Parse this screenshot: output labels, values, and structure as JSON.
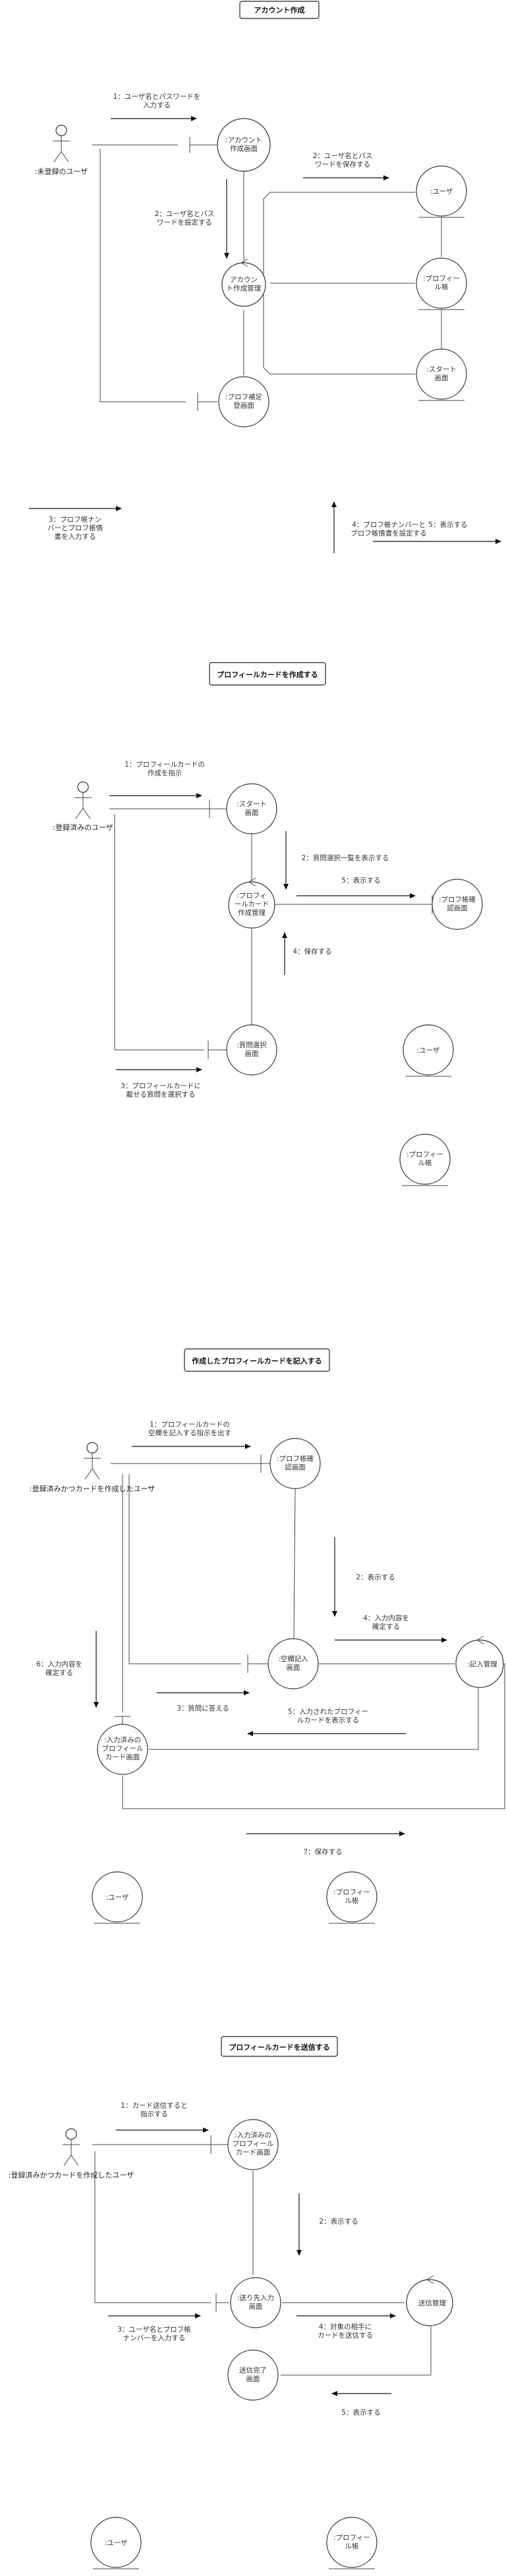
{
  "sections": {
    "s1": {
      "title": "アカウント作成",
      "actor": ":未登録のユーザ",
      "objects": {
        "account_ui": [
          ":アカウント",
          "作成画面"
        ],
        "account_ctrl": [
          "アカウン",
          "ト作成管理"
        ],
        "profile_ui": [
          ":プロフ補足",
          "登画面"
        ],
        "user": [
          ":ユーザ"
        ],
        "profile": [
          ":プロフィー",
          "ル帳"
        ],
        "start": [
          ":スタート",
          "画面"
        ]
      },
      "messages": {
        "m1": [
          "1：ユーザ名とパスワードを",
          "入力する"
        ],
        "m2": [
          "2：ユーザ名とパス",
          "ワードを設定する"
        ],
        "m2b": [
          "2：ユーザ名とパス",
          "ワードを保存する"
        ],
        "m3": [
          "3：プロフ帳ナン",
          "バーとプロフ帳情",
          "書を入力する"
        ],
        "m4": [
          "4：プロフ帳ナンバーと",
          "プロフ帳情書を設定する"
        ],
        "m5": [
          "5：表示する"
        ]
      }
    },
    "s2": {
      "title": "プロフィールカードを作成する",
      "actor": ":登録済みのユーザ",
      "objects": {
        "start_ui": [
          ":スタート",
          "画面"
        ],
        "card_ctrl": [
          ":プロフィ",
          "ールカード",
          "作成管理"
        ],
        "book_ui": [
          ":プロフ帳確",
          "認画面"
        ],
        "q_ui": [
          ":質問選択",
          "画面"
        ],
        "user": [
          ":ユーザ"
        ],
        "profile": [
          ":プロフィー",
          "ル帳"
        ]
      },
      "messages": {
        "m1": [
          "1：プロフィールカードの",
          "作成を指示"
        ],
        "m2": [
          "2：質問選択一覧を表示する"
        ],
        "m3": [
          "3：プロフィールカードに",
          "載せる質問を選択する"
        ],
        "m4": [
          "4：保存する"
        ],
        "m5": [
          "5：表示する"
        ]
      }
    },
    "s3": {
      "title": "作成したプロフィールカードを記入する",
      "actor": ":登録済みかつカードを作成したユーザ",
      "objects": {
        "book_ui": [
          ":プロフ帳確",
          "認画面"
        ],
        "fill_ui": [
          ":空欄記入",
          "画面"
        ],
        "fill_ctrl": [
          ":記入管理"
        ],
        "card_ui": [
          ":入力済みの",
          "プロフィール",
          "カード画面"
        ],
        "user": [
          ":ユーザ"
        ],
        "profile": [
          ":プロフィー",
          "ル帳"
        ]
      },
      "messages": {
        "m1": [
          "1：プロフィールカードの",
          "空欄を記入する指示を出す"
        ],
        "m2": [
          "2：表示する"
        ],
        "m3": [
          "3：質問に答える"
        ],
        "m4": [
          "4：入力内容を",
          "確定する"
        ],
        "m5": [
          "5：入力されたプロフィー",
          "ルカードを表示する"
        ],
        "m6": [
          "6：入力内容を",
          "確定する"
        ],
        "m7": [
          "7：保存する"
        ]
      }
    },
    "s4": {
      "title": "プロフィールカードを送信する",
      "actor": ":登録済みかつカードを作成したユーザ",
      "objects": {
        "card_ui": [
          ":入力済みの",
          "プロフィール",
          "カード画面"
        ],
        "dest_ui": [
          ":送り先入力",
          "画面"
        ],
        "send_ctrl": [
          "送信管理"
        ],
        "done_ui": [
          "送信完了",
          "画面"
        ],
        "user": [
          ":ユーザ"
        ],
        "profile": [
          ":プロフィー",
          "ル帳"
        ]
      },
      "messages": {
        "m1": [
          "1：カード送信すると",
          "指示する"
        ],
        "m2": [
          "2：表示する"
        ],
        "m3": [
          "3：ユーザ名とプロフ帳",
          "ナンバーを入力する"
        ],
        "m4": [
          "4：対象の相手に",
          "カードを送信する"
        ],
        "m5": [
          "5：表示する"
        ]
      }
    }
  }
}
